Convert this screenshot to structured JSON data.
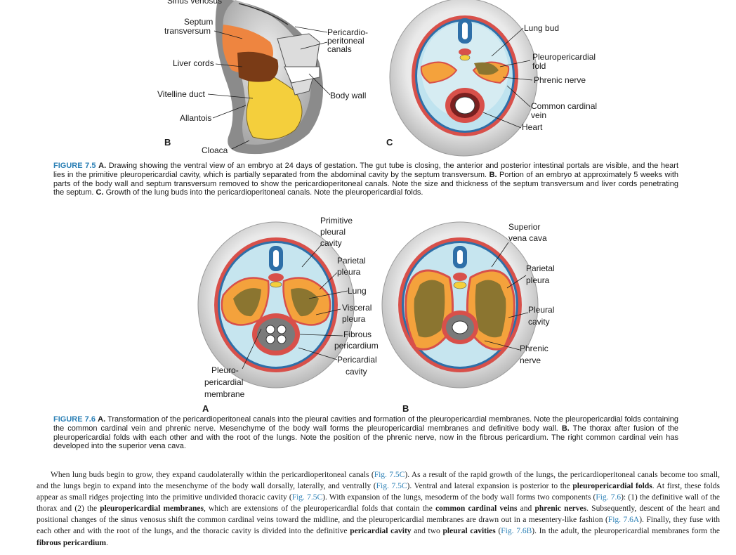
{
  "figure_5": {
    "labels": {
      "sinus_venosus": "Sinus venosus",
      "septum_l1": "Septum",
      "septum_l2": "transversum",
      "liver_cords": "Liver cords",
      "vitelline_duct": "Vitelline duct",
      "allantois": "Allantois",
      "cloaca": "Cloaca",
      "pericardio_l1": "Pericardio-",
      "pericardio_l2": "peritoneal",
      "pericardio_l3": "canals",
      "body_wall": "Body wall",
      "lung_bud": "Lung bud",
      "pleuro_fold_l1": "Pleuropericardial",
      "pleuro_fold_l2": "fold",
      "phrenic_nerve": "Phrenic nerve",
      "common_cardinal_l1": "Common cardinal",
      "common_cardinal_l2": "vein",
      "heart": "Heart",
      "panel_b": "B",
      "panel_c": "C"
    },
    "caption": {
      "label": "FIGURE 7.5",
      "part_a": "A.",
      "text_a": "Drawing showing the ventral view of an embryo at 24 days of gestation. The gut tube is closing, the anterior and posterior intestinal portals are visible, and the heart lies in the primitive pleuropericardial cavity, which is partially separated from the abdominal cavity by the septum transversum.",
      "part_b": "B.",
      "text_b": "Portion of an embryo at approximately 5 weeks with parts of the body wall and septum transversum removed to show the pericardioperitoneal canals. Note the size and thickness of the septum transversum and liver cords penetrating the septum.",
      "part_c": "C.",
      "text_c": "Growth of the lung buds into the pericardioperitoneal canals. Note the pleuropericardial folds."
    }
  },
  "figure_6": {
    "labels": {
      "primitive_l1": "Primitive",
      "primitive_l2": "pleural",
      "primitive_l3": "cavity",
      "parietal_a_l1": "Parietal",
      "parietal_a_l2": "pleura",
      "lung": "Lung",
      "visceral_l1": "Visceral",
      "visceral_l2": "pleura",
      "fibrous_l1": "Fibrous",
      "fibrous_l2": "pericardium",
      "pericardial_l1": "Pericardial",
      "pericardial_l2": "cavity",
      "pleuro_mem_l1": "Pleuro-",
      "pleuro_mem_l2": "pericardial",
      "pleuro_mem_l3": "membrane",
      "svc_l1": "Superior",
      "svc_l2": "vena cava",
      "parietal_b_l1": "Parietal",
      "parietal_b_l2": "pleura",
      "pleural_cav_l1": "Pleural",
      "pleural_cav_l2": "cavity",
      "phrenic_l1": "Phrenic",
      "phrenic_l2": "nerve",
      "panel_a": "A",
      "panel_b": "B"
    },
    "caption": {
      "label": "FIGURE 7.6",
      "part_a": "A.",
      "text_a": "Transformation of the pericardioperitoneal canals into the pleural cavities and formation of the pleuropericardial membranes. Note the pleuropericardial folds containing the common cardinal vein and phrenic nerve. Mesenchyme of the body wall forms the pleuropericardial membranes and definitive body wall.",
      "part_b": "B.",
      "text_b": "The thorax after fusion of the pleuropericardial folds with each other and with the root of the lungs. Note the position of the phrenic nerve, now in the fibrous pericardium. The right common cardinal vein has developed into the superior vena cava."
    }
  },
  "body": {
    "s1": "When lung buds begin to grow, they expand caudolaterally within the pericardioperitoneal canals (",
    "r1": "Fig. 7.5C",
    "s2": "). As a result of the rapid growth of the lungs, the pericardioperitoneal canals become too small, and the lungs begin to expand into the mesenchyme of the body wall dorsally, laterally, and ventrally (",
    "r2": "Fig. 7.5C",
    "s3": "). Ventral and lateral expansion is posterior to the ",
    "b1": "pleuropericardial folds",
    "s4": ". At first, these folds appear as small ridges projecting into the primitive undivided thoracic cavity (",
    "r3": "Fig. 7.5C",
    "s5": "). With expansion of the lungs, mesoderm of the body wall forms two components (",
    "r4": "Fig. 7.6",
    "s6": "): (1) the definitive wall of the thorax and (2) the ",
    "b2": "pleuropericardial membranes",
    "s7": ", which are extensions of the pleuropericardial folds that contain the ",
    "b3": "common cardinal veins",
    "s8": " and ",
    "b4": "phrenic nerves",
    "s9": ". Subsequently, descent of the heart and positional changes of the sinus venosus shift the common cardinal veins toward the midline, and the pleuropericardial membranes are drawn out in a mesentery-like fashion (",
    "r5": "Fig. 7.6A",
    "s10": "). Finally, they fuse with each other and with the root of the lungs, and the thoracic cavity is divided into the definitive ",
    "b5": "pericardial cavity",
    "s11": " and two ",
    "b6": "pleural cavities",
    "s12": " (",
    "r6": "Fig. 7.6B",
    "s13": "). In the adult, the pleuropericardial membranes form the ",
    "b7": "fibrous pericardium",
    "s14": "."
  },
  "colors": {
    "accent_blue": "#2a7fb5",
    "ectoderm_blue": "#2e6fa8",
    "mesoderm_red": "#d8504a",
    "endoderm_yellow": "#f4cf3c",
    "liver_brown": "#7a3b16",
    "septum_orange": "#ee8540",
    "lung_olive": "#8b7530"
  }
}
